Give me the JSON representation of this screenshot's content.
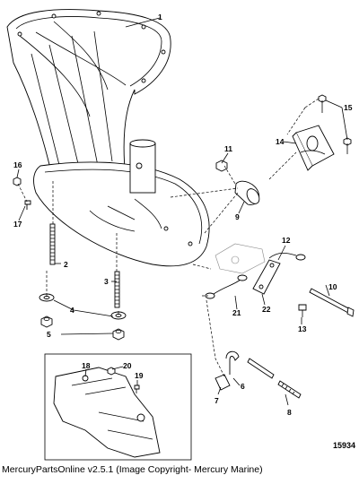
{
  "callouts": [
    "1",
    "2",
    "3",
    "4",
    "5",
    "6",
    "7",
    "8",
    "9",
    "10",
    "11",
    "12",
    "13",
    "14",
    "15",
    "16",
    "17",
    "18",
    "19",
    "20",
    "21",
    "22"
  ],
  "diagram_id": "15934",
  "copyright": "MercuryPartsOnline v2.5.1 (Image Copyright- Mercury Marine)"
}
